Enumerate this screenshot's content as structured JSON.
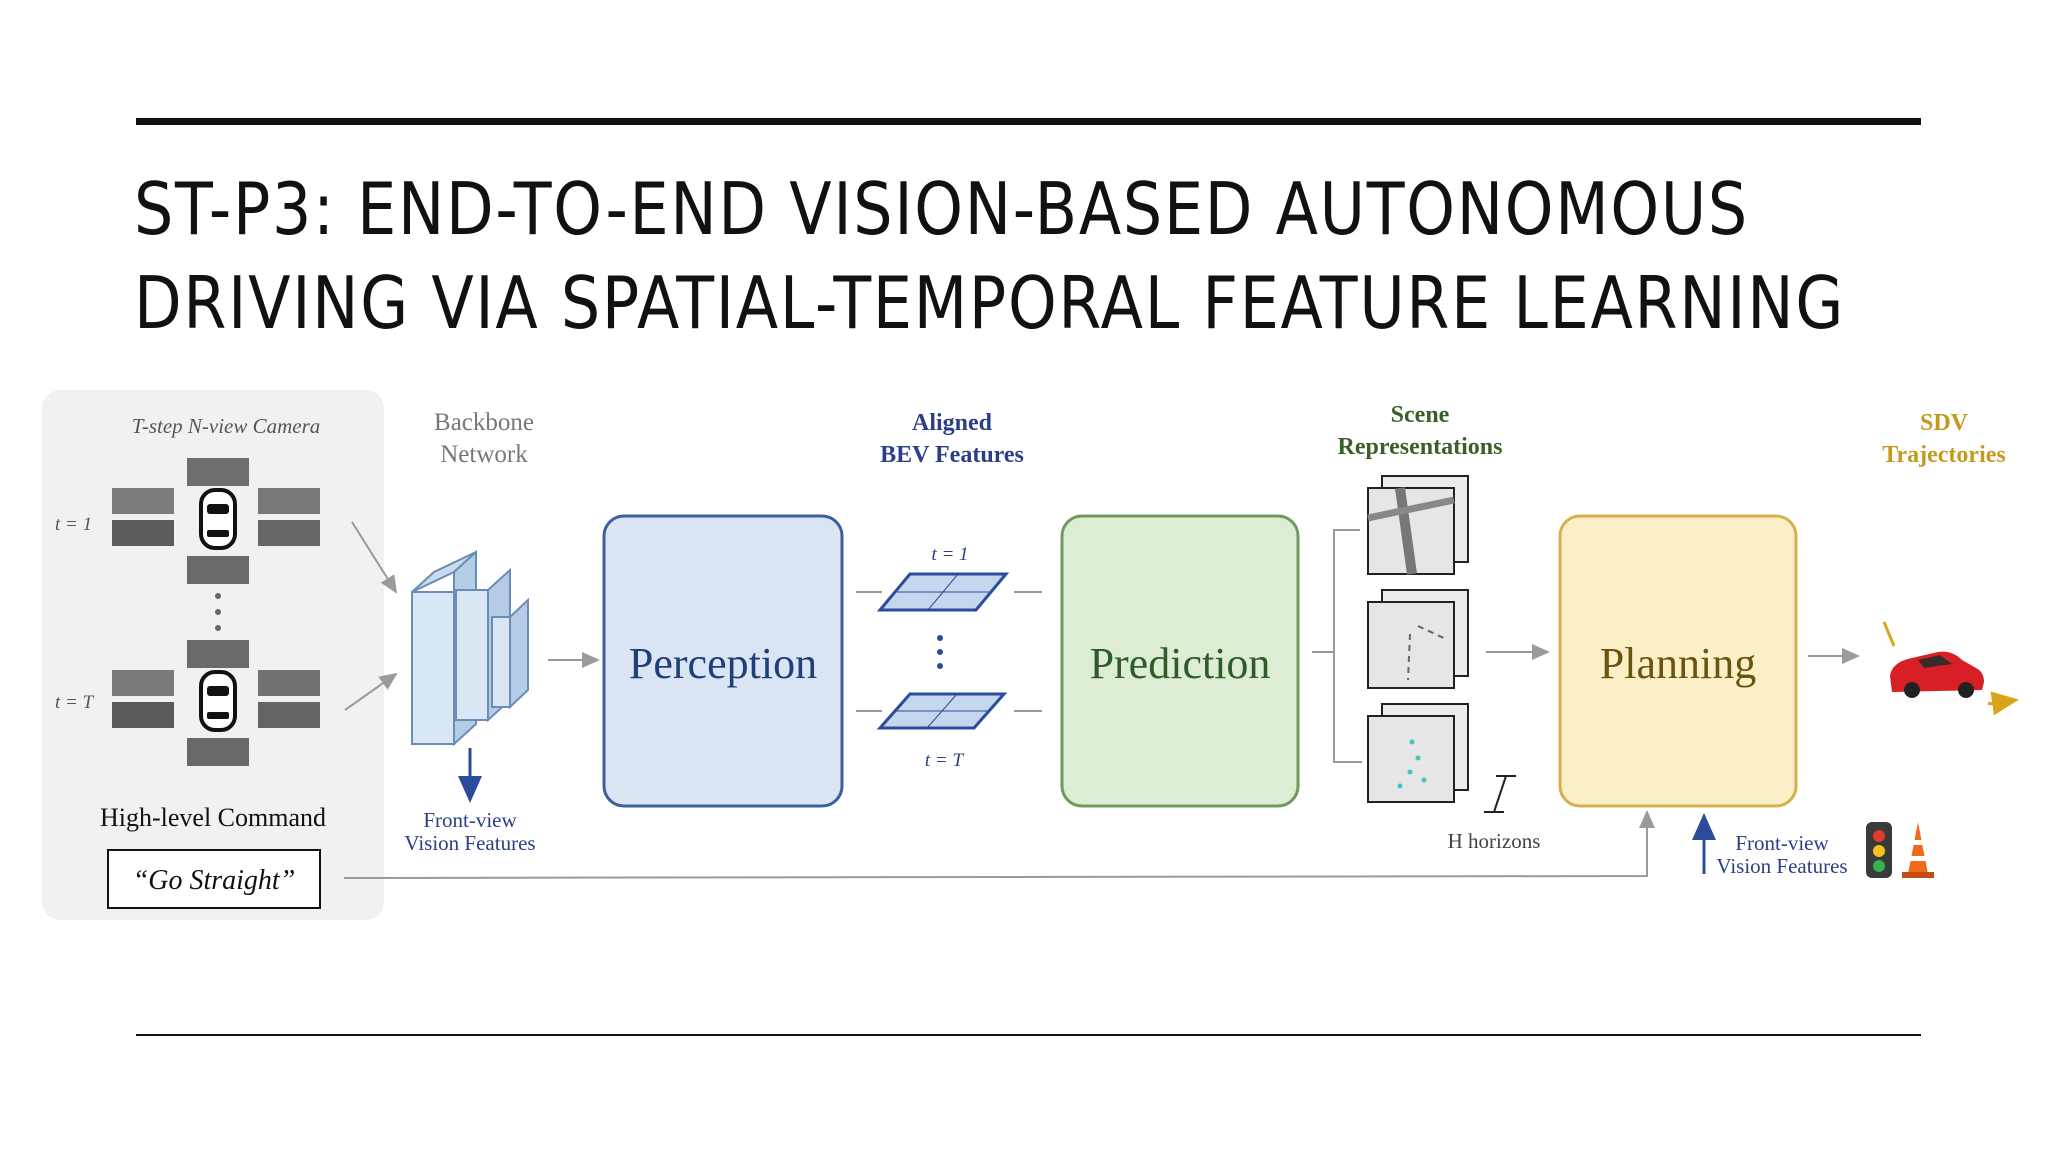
{
  "slide": {
    "title_line1": "ST-P3: END-TO-END VISION-BASED AUTONOMOUS",
    "title_line2": "DRIVING VIA SPATIAL-TEMPORAL FEATURE LEARNING"
  },
  "diagram": {
    "camera_label": "T-step N-view Camera",
    "time_first": "t = 1",
    "time_last": "t = T",
    "high_level_command": "High-level Command",
    "command_value": "“Go Straight”",
    "backbone_line1": "Backbone",
    "backbone_line2": "Network",
    "frontview1_line1": "Front-view",
    "frontview1_line2": "Vision Features",
    "bev_line1": "Aligned",
    "bev_line2": "BEV Features",
    "bev_t_first": "t = 1",
    "bev_t_last": "t = T",
    "perception": "Perception",
    "prediction": "Prediction",
    "scene_line1": "Scene",
    "scene_line2": "Representations",
    "horizons": "H horizons",
    "planning": "Planning",
    "frontview2_line1": "Front-view",
    "frontview2_line2": "Vision Features",
    "sdv_line1": "SDV",
    "sdv_line2": "Trajectories"
  },
  "colors": {
    "perception_fill": "#dbe4f3",
    "perception_stroke": "#3d5f9e",
    "perception_text": "#1f3f7a",
    "prediction_fill": "#dcedd3",
    "prediction_stroke": "#6f9a5d",
    "prediction_text": "#2f5a2a",
    "planning_fill": "#fbefc7",
    "planning_stroke": "#d4b04f",
    "planning_text": "#6b5410",
    "bev_title": "#2b3e86",
    "scene_title": "#3b5e2b",
    "sdv_title": "#c49a1e",
    "arrow": "#9a9a9a",
    "blue_arrow": "#2b4c9a"
  }
}
